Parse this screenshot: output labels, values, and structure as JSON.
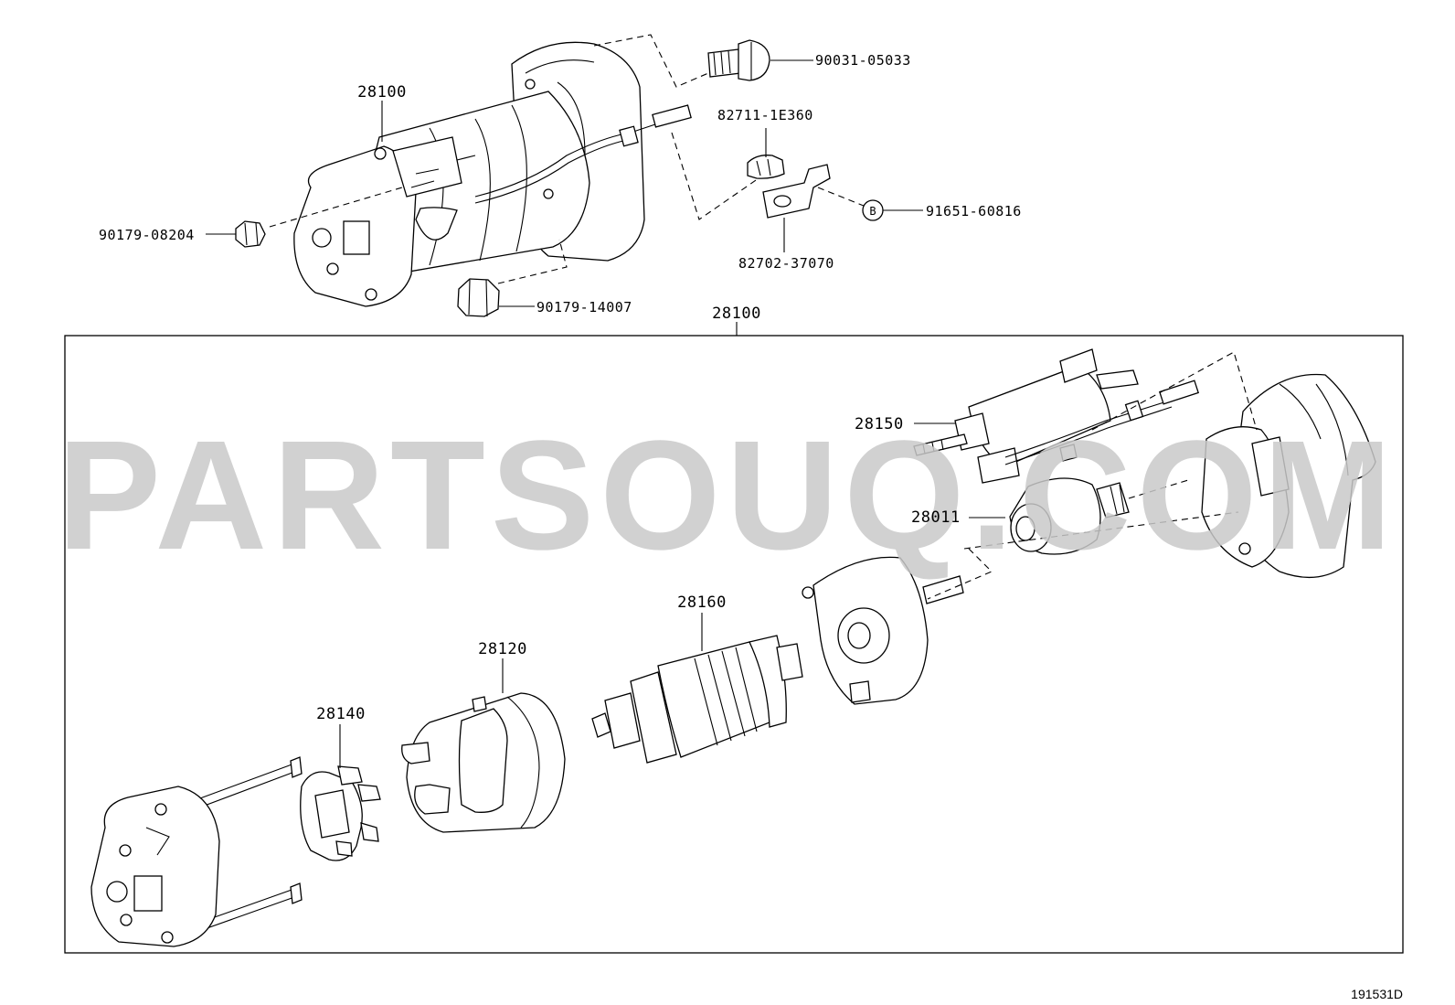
{
  "watermark": "PARTSOUQ.COM",
  "reference_code": "191531D",
  "circle_marker": "B",
  "labels": {
    "assy_top": "28100",
    "assy_box": "28100",
    "bolt_top": "90031-05033",
    "clamp": "82711-1E360",
    "bracket": "82702-37070",
    "nut_b": "91651-60816",
    "nut_left": "90179-08204",
    "nut_bottom": "90179-14007",
    "switch": "28150",
    "clutch": "28011",
    "armature": "28160",
    "yoke": "28120",
    "brush_holder": "28140"
  }
}
